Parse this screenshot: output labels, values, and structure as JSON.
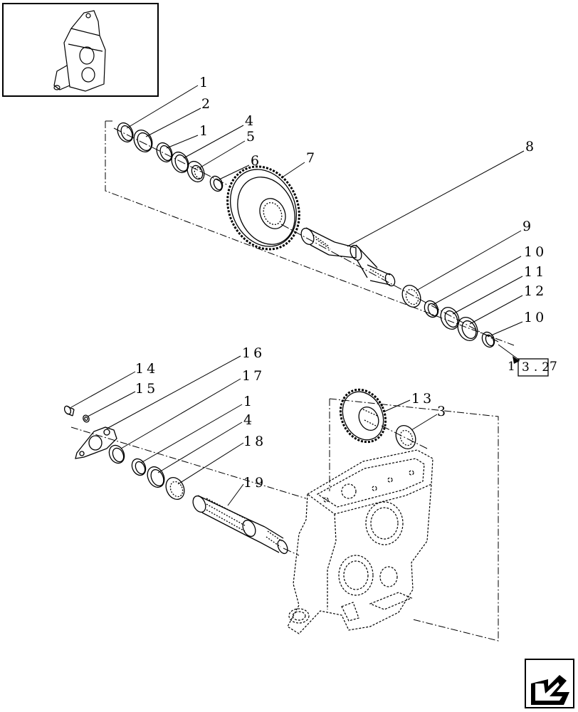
{
  "diagram": {
    "callouts": {
      "c1a": "1",
      "c2": "2",
      "c1b": "1",
      "c4a": "4",
      "c5": "5",
      "c6": "6",
      "c7": "7",
      "c8": "8",
      "c9": "9",
      "c10a": "10",
      "c11": "11",
      "c12": "12",
      "c10b": "10",
      "c14": "14",
      "c15": "15",
      "c16": "16",
      "c17": "17",
      "c1c": "1",
      "c4b": "4",
      "c18": "18",
      "c19": "19",
      "c13": "13",
      "c3": "3"
    },
    "reference": {
      "prefix": "1",
      "boxed": "3.2",
      "suffix": "7"
    },
    "icons": {
      "thumbnail": "assembly-thumbnail-icon",
      "navigation": "next-page-arrow-icon"
    },
    "colors": {
      "line": "#000000",
      "background": "#ffffff"
    }
  }
}
